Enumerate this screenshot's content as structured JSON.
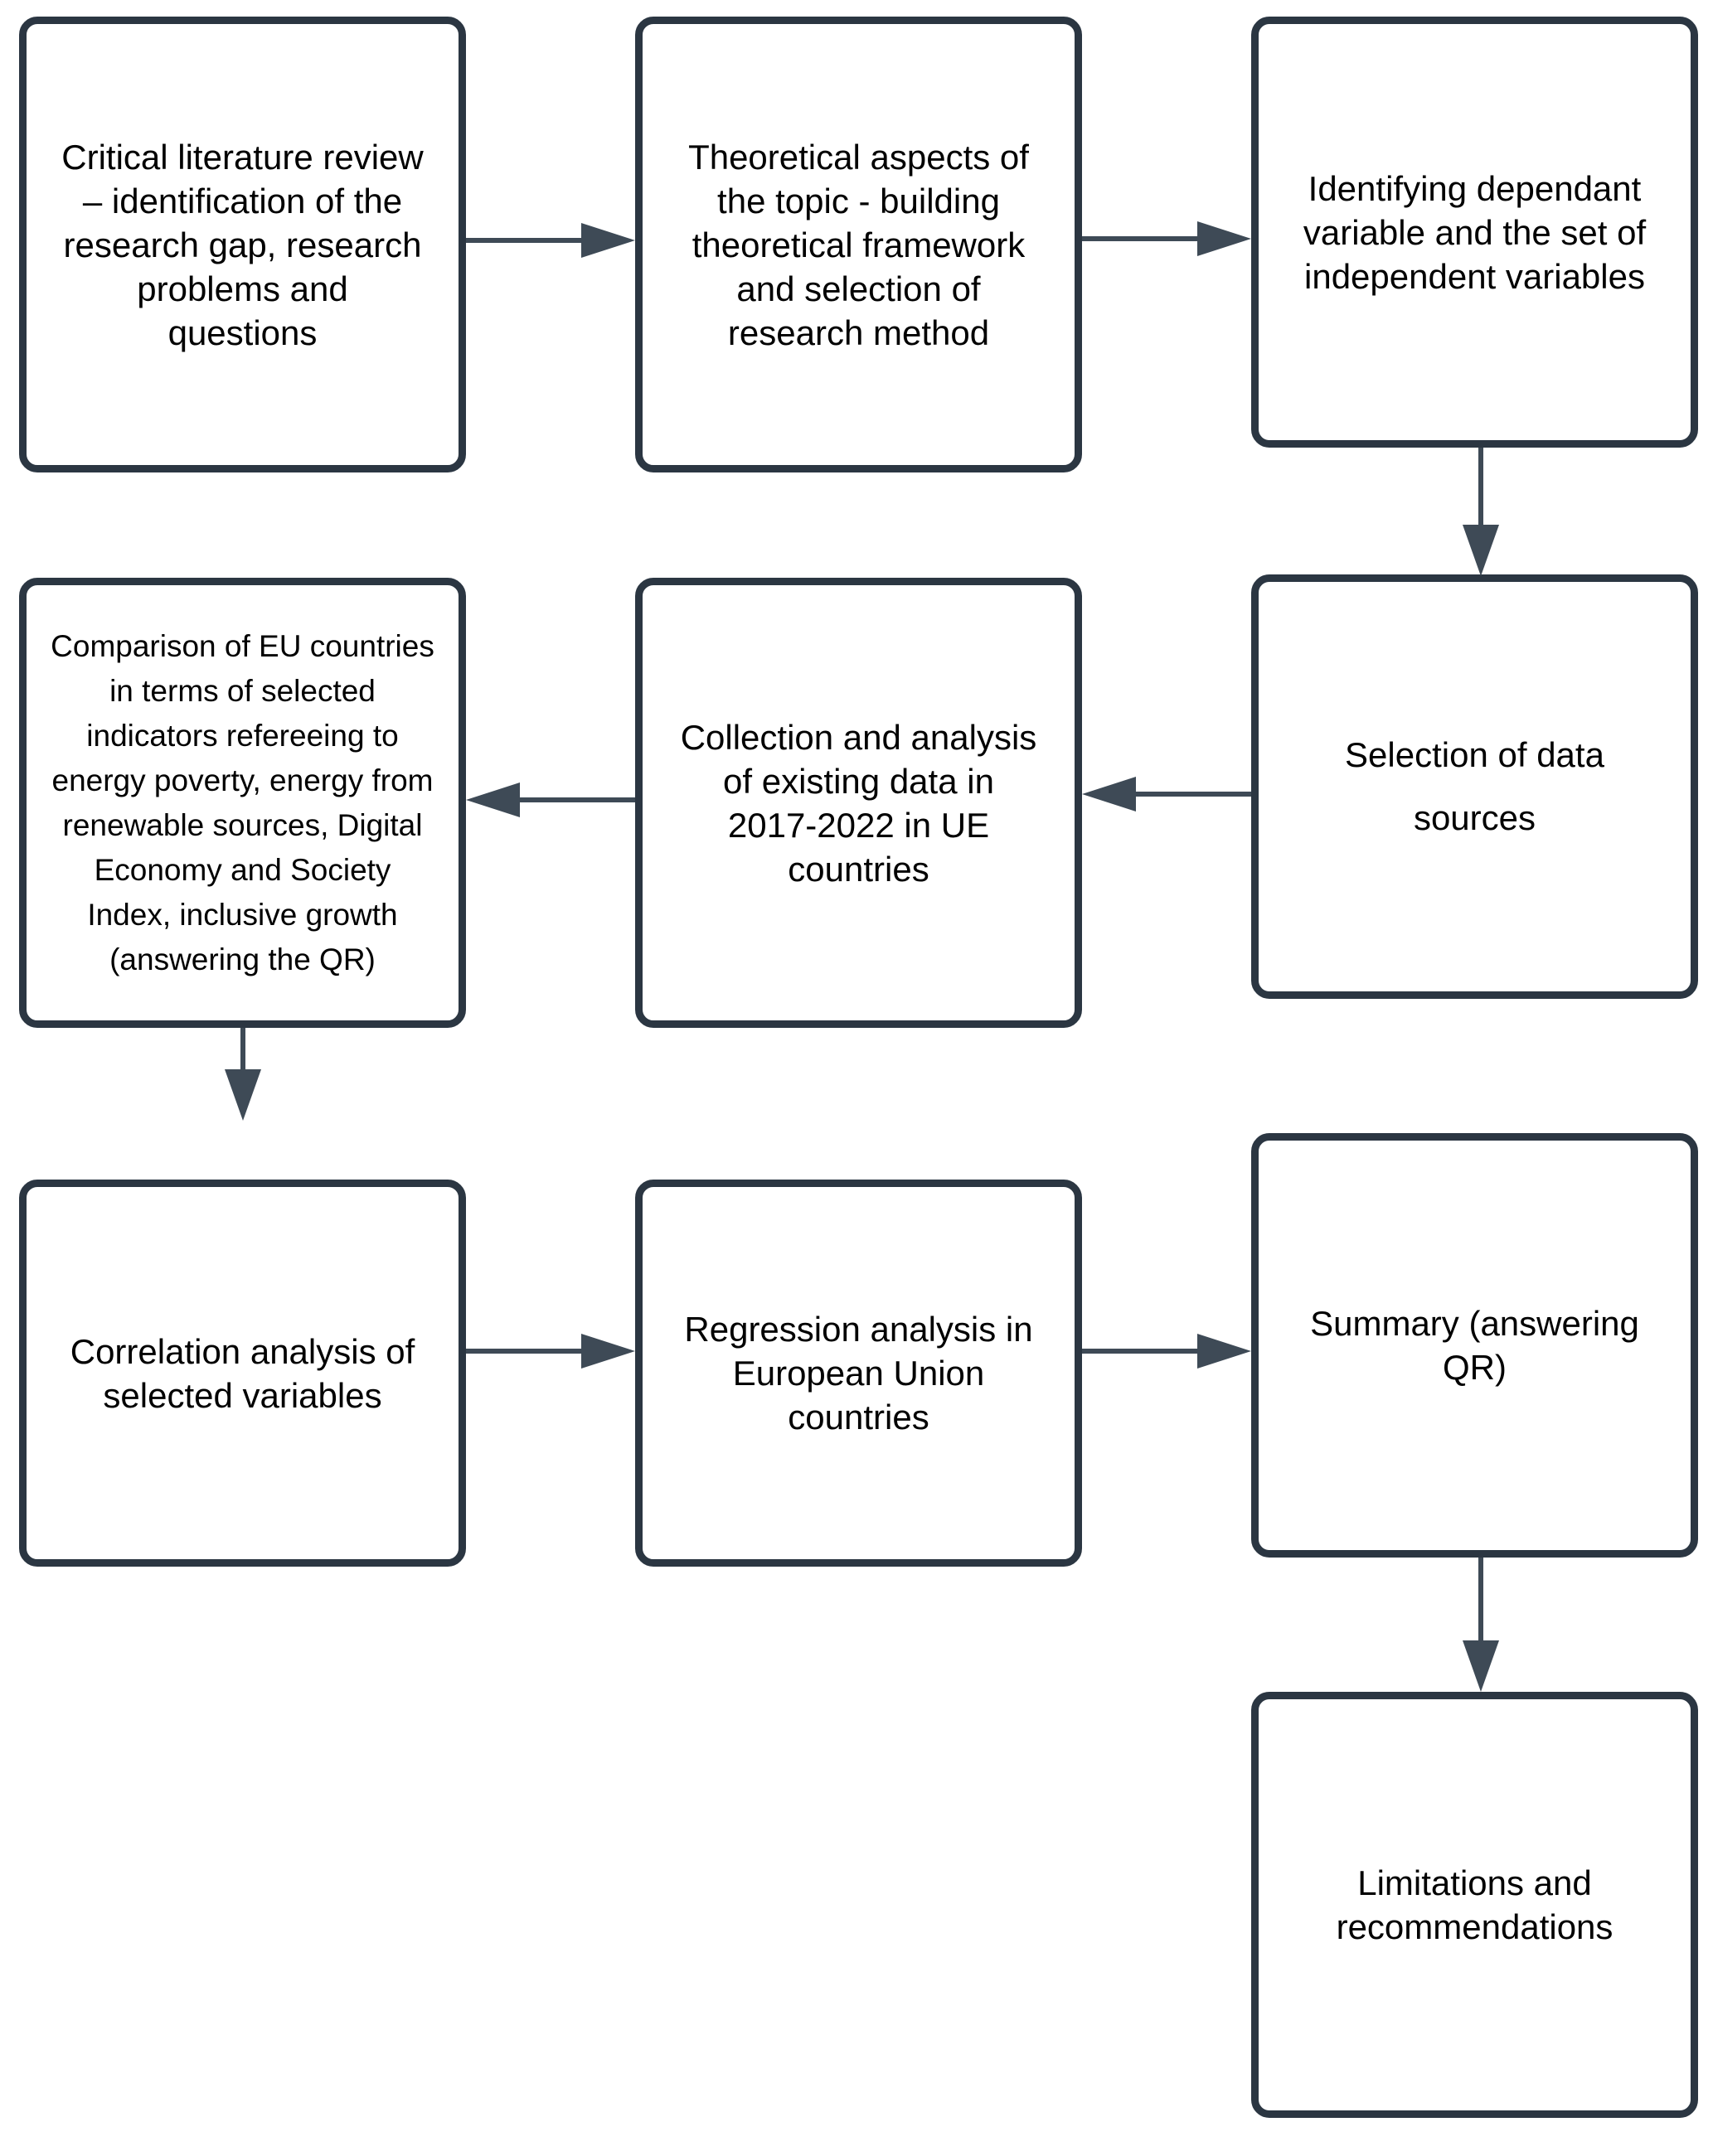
{
  "diagram": {
    "type": "flowchart",
    "colors": {
      "box_border": "#2b3642",
      "connector": "#3e4a56",
      "background": "#ffffff",
      "text": "#000000"
    },
    "nodes": {
      "n1": {
        "text": "Critical literature review\n– identification of the\nresearch gap, research\nproblems and\nquestions"
      },
      "n2": {
        "text": "Theoretical aspects of\nthe topic - building\ntheoretical framework\nand selection of\nresearch method"
      },
      "n3": {
        "text": "Identifying dependant\nvariable and the set of\nindependent variables"
      },
      "n4": {
        "text": "Comparison of EU countries\nin terms of selected\nindicators refereeing to\nenergy poverty, energy from\nrenewable sources, Digital\nEconomy and Society\nIndex, inclusive growth\n(answering the QR)"
      },
      "n5": {
        "text": "Collection and analysis\nof existing data in\n2017-2022 in UE\ncountries"
      },
      "n6": {
        "text": "Selection of data\nsources"
      },
      "n7": {
        "text": "Correlation analysis of\nselected variables"
      },
      "n8": {
        "text": "Regression analysis in\nEuropean Union\ncountries"
      },
      "n9": {
        "text": "Summary (answering\nQR)"
      },
      "n10": {
        "text": "Limitations and\nrecommendations"
      }
    },
    "arrows": [
      {
        "from": "n1",
        "to": "n2",
        "direction": "right"
      },
      {
        "from": "n2",
        "to": "n3",
        "direction": "right"
      },
      {
        "from": "n3",
        "to": "n6",
        "direction": "down"
      },
      {
        "from": "n6",
        "to": "n5",
        "direction": "left"
      },
      {
        "from": "n5",
        "to": "n4",
        "direction": "left"
      },
      {
        "from": "n4",
        "to": "n7",
        "direction": "down"
      },
      {
        "from": "n7",
        "to": "n8",
        "direction": "right"
      },
      {
        "from": "n8",
        "to": "n9",
        "direction": "right"
      },
      {
        "from": "n9",
        "to": "n10",
        "direction": "down"
      }
    ]
  }
}
